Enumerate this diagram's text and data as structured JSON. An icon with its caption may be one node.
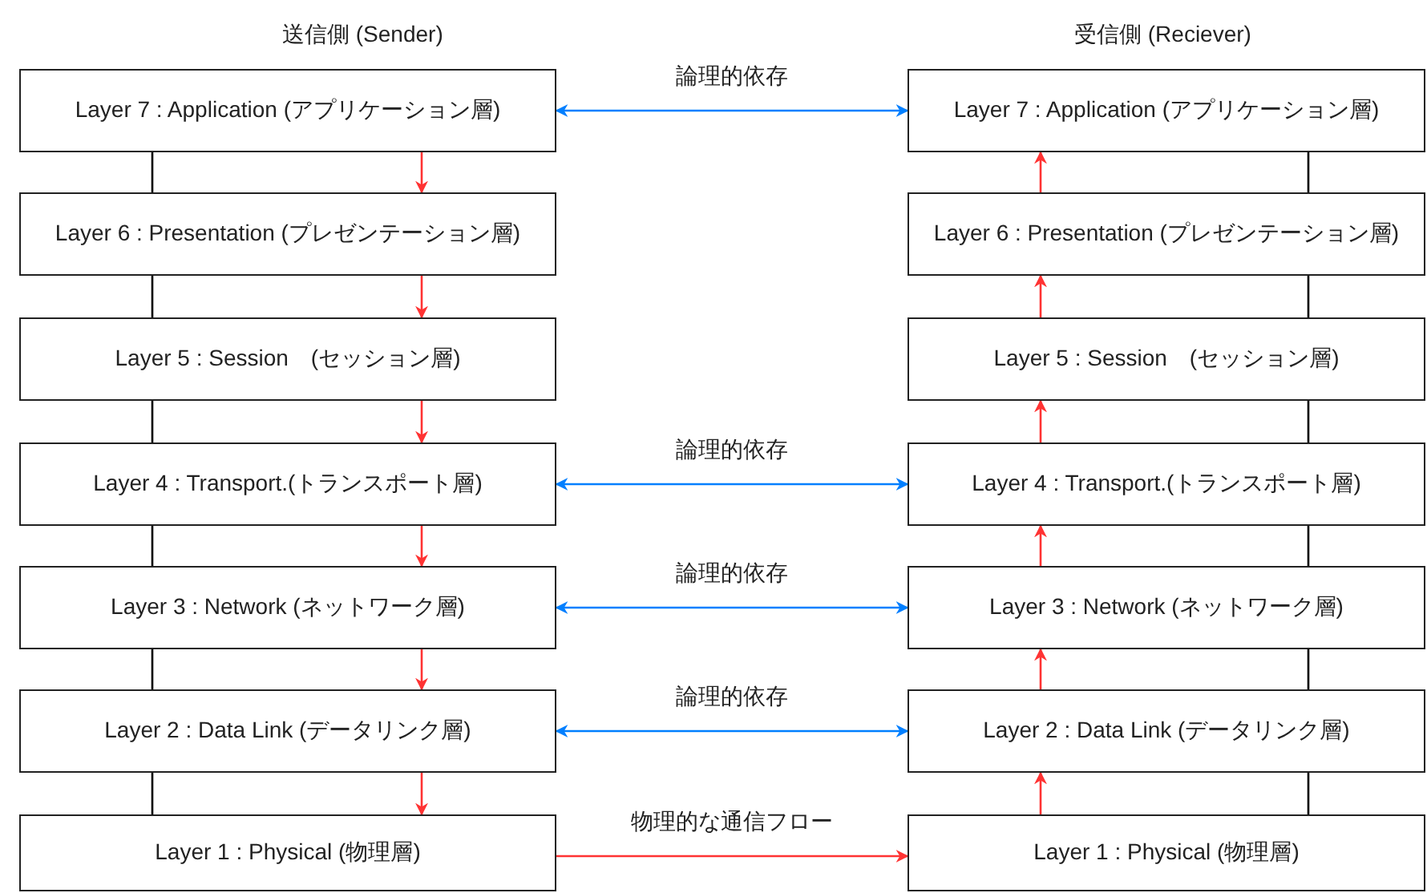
{
  "diagram": {
    "nodes": [
      {
        "text": [
          "Layer 7 : Application (アプリケーション層)"
        ]
      },
      {
        "text": [
          "Layer 6 : Presentation (プレゼンテーション層)"
        ]
      },
      {
        "text": [
          "Layer 5 : Session　(セッション層)"
        ]
      },
      {
        "text": [
          "Layer 4 : Transport.(トランスポート層)"
        ]
      },
      {
        "text": [
          "Layer 3 : Network (ネットワーク層)"
        ]
      },
      {
        "text": [
          "Layer 2 : Data Link (データリンク層)"
        ]
      },
      {
        "text": [
          "Layer 1 : Physical (物理層)"
        ]
      },
      {
        "text": [
          "Layer 7 : Application (アプリケーション層)"
        ]
      },
      {
        "text": [
          "Layer 6 : Presentation (プレゼンテーション層)"
        ]
      },
      {
        "text": [
          "Layer 5 : Session　(セッション層)"
        ]
      },
      {
        "text": [
          "Layer 4 : Transport.(トランスポート層)"
        ]
      },
      {
        "text": [
          "Layer 3 : Network (ネットワーク層)"
        ]
      },
      {
        "text": [
          "Layer 2 : Data Link (データリンク層)"
        ]
      },
      {
        "text": [
          "Layer 1 : Physical (物理層)"
        ]
      }
    ],
    "edges": [
      {
        "from": 0,
        "to": 7,
        "arrow": "both",
        "label": "論理的依存",
        "color": "#007fff"
      },
      {
        "from": 3,
        "to": 10,
        "arrow": "both",
        "label": "論理的依存",
        "color": "#007fff"
      },
      {
        "from": 4,
        "to": 11,
        "arrow": "both",
        "label": "論理的依存",
        "color": "#007fff"
      },
      {
        "from": 5,
        "to": 12,
        "arrow": "both",
        "label": "論理的依存",
        "color": "#007fff"
      },
      {
        "from": 6,
        "to": 13,
        "arrow": "to",
        "label": "物理的な通信フロー",
        "color": "#ff3333"
      },
      {
        "from": 0,
        "to": 1,
        "arrow": "to",
        "color": "#ff3333"
      },
      {
        "from": 1,
        "to": 2,
        "arrow": "to",
        "color": "#ff3333"
      },
      {
        "from": 2,
        "to": 3,
        "arrow": "to",
        "color": "#ff3333"
      },
      {
        "from": 3,
        "to": 4,
        "arrow": "to",
        "color": "#ff3333"
      },
      {
        "from": 4,
        "to": 5,
        "arrow": "to",
        "color": "#ff3333"
      },
      {
        "from": 5,
        "to": 6,
        "arrow": "to",
        "color": "#ff3333"
      },
      {
        "from": 13,
        "to": 12,
        "arrow": "to",
        "color": "#ff3333"
      },
      {
        "from": 12,
        "to": 11,
        "arrow": "to",
        "color": "#ff3333"
      },
      {
        "from": 11,
        "to": 10,
        "arrow": "to",
        "color": "#ff3333"
      },
      {
        "from": 10,
        "to": 9,
        "arrow": "to",
        "color": "#ff3333"
      },
      {
        "from": 9,
        "to": 8,
        "arrow": "to",
        "color": "#ff3333"
      },
      {
        "from": 8,
        "to": 7,
        "arrow": "to",
        "color": "#ff3333"
      },
      {
        "from": 0,
        "to": 1,
        "arrow": "none",
        "color": "#000000"
      },
      {
        "from": 1,
        "to": 2,
        "arrow": "none",
        "color": "#000000"
      },
      {
        "from": 2,
        "to": 3,
        "arrow": "none",
        "color": "#000000"
      },
      {
        "from": 3,
        "to": 4,
        "arrow": "none",
        "color": "#000000"
      },
      {
        "from": 4,
        "to": 5,
        "arrow": "none",
        "color": "#000000"
      },
      {
        "from": 5,
        "to": 6,
        "arrow": "none",
        "color": "#000000"
      },
      {
        "from": 7,
        "to": 8,
        "arrow": "none",
        "color": "#000000"
      },
      {
        "from": 8,
        "to": 9,
        "arrow": "none",
        "color": "#000000"
      },
      {
        "from": 9,
        "to": 10,
        "arrow": "none",
        "color": "#000000"
      },
      {
        "from": 10,
        "to": 11,
        "arrow": "none",
        "color": "#000000"
      },
      {
        "from": 11,
        "to": 12,
        "arrow": "none",
        "color": "#000000"
      },
      {
        "from": 12,
        "to": 13,
        "arrow": "none",
        "color": "#000000"
      }
    ],
    "labels": [
      "送信側 (Sender)",
      "受信側 (Reciever)"
    ]
  }
}
